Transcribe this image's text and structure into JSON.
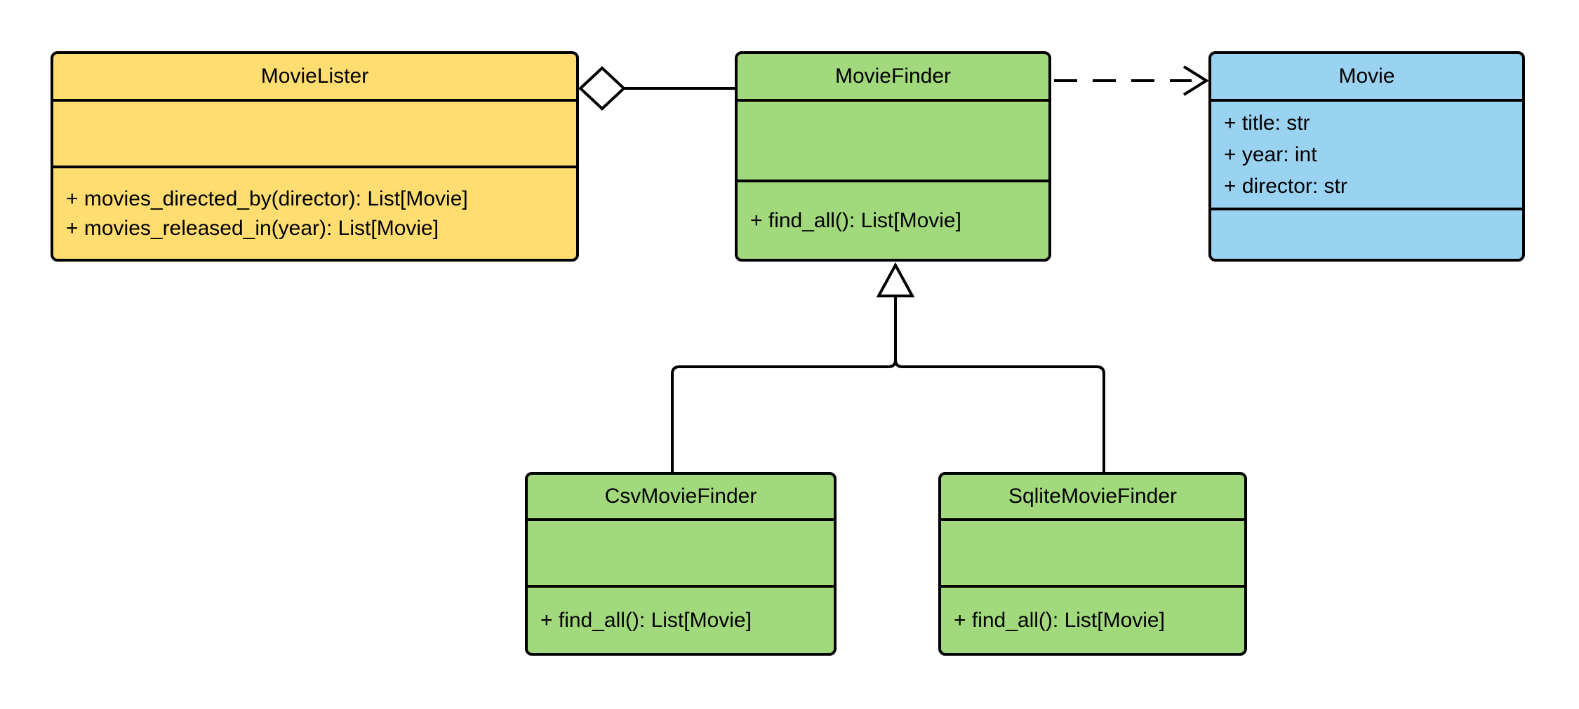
{
  "diagram": {
    "type": "uml-class-diagram",
    "background": "#FFFFFF",
    "stroke": "#000000",
    "classes": [
      {
        "name": "MovieLister",
        "fill": "#FFDD71",
        "attributes": [],
        "methods": [
          "+ movies_directed_by(director): List[Movie]",
          "+ movies_released_in(year): List[Movie]"
        ]
      },
      {
        "name": "MovieFinder",
        "fill": "#A2D97C",
        "attributes": [],
        "methods": [
          "+ find_all(): List[Movie]"
        ]
      },
      {
        "name": "Movie",
        "fill": "#9AD2F2",
        "attributes": [
          "+ title: str",
          "+ year: int",
          "+ director: str"
        ],
        "methods": []
      },
      {
        "name": "CsvMovieFinder",
        "fill": "#A2D97C",
        "attributes": [],
        "methods": [
          "+ find_all(): List[Movie]"
        ]
      },
      {
        "name": "SqliteMovieFinder",
        "fill": "#A2D97C",
        "attributes": [],
        "methods": [
          "+ find_all(): List[Movie]"
        ]
      }
    ],
    "relationships": [
      {
        "type": "aggregation",
        "from": "MovieLister",
        "to": "MovieFinder",
        "marker": "hollow-diamond",
        "line": "solid"
      },
      {
        "type": "dependency",
        "from": "MovieFinder",
        "to": "Movie",
        "marker": "open-arrow",
        "line": "dashed"
      },
      {
        "type": "generalization",
        "from": "CsvMovieFinder",
        "to": "MovieFinder",
        "marker": "hollow-triangle",
        "line": "solid"
      },
      {
        "type": "generalization",
        "from": "SqliteMovieFinder",
        "to": "MovieFinder",
        "marker": "hollow-triangle",
        "line": "solid"
      }
    ]
  }
}
